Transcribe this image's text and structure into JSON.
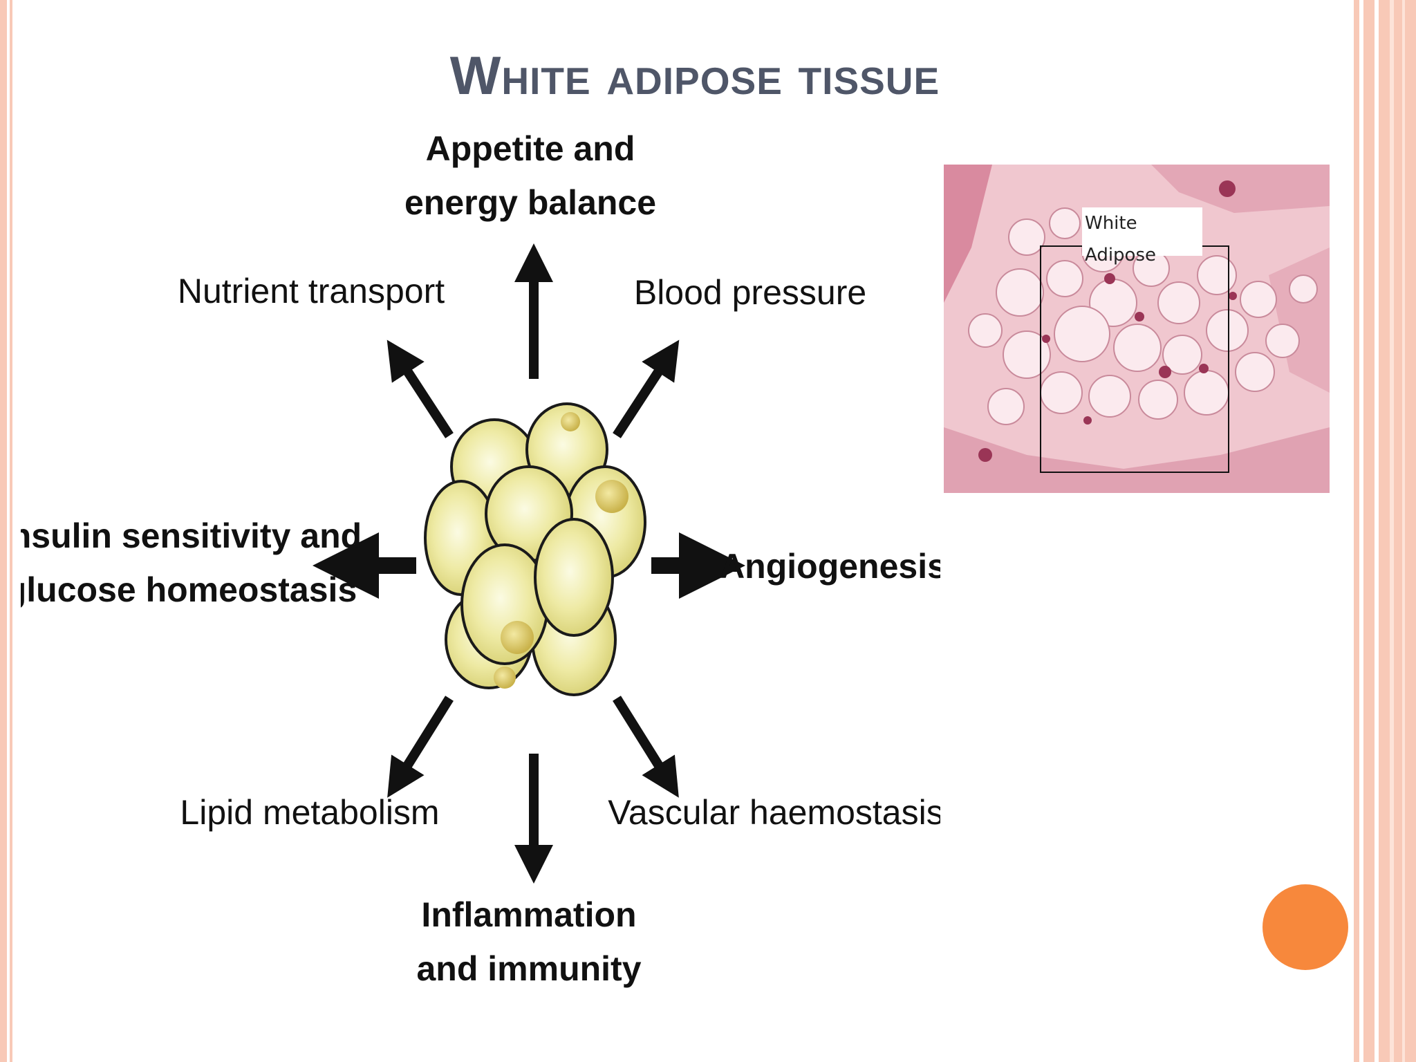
{
  "slide": {
    "title": "White adipose tissue",
    "accent_color": "#f7883c",
    "border_color": "#f8c9b7",
    "title_color": "#4f5668"
  },
  "diagram": {
    "center_icon": "adipocyte-cluster",
    "labels": {
      "top": [
        "Appetite and",
        "energy balance"
      ],
      "top_left": [
        "Nutrient transport"
      ],
      "top_right": [
        "Blood pressure"
      ],
      "left": [
        "Insulin sensitivity and",
        "glucose homeostasis"
      ],
      "right": [
        "Angiogenesis"
      ],
      "bottom_left": [
        "Lipid metabolism"
      ],
      "bottom_right": [
        "Vascular haemostasis"
      ],
      "bottom": [
        "Inflammation",
        "and immunity"
      ]
    }
  },
  "micrograph": {
    "caption": "White Adipose",
    "stain_color": "#f0c7cf"
  }
}
